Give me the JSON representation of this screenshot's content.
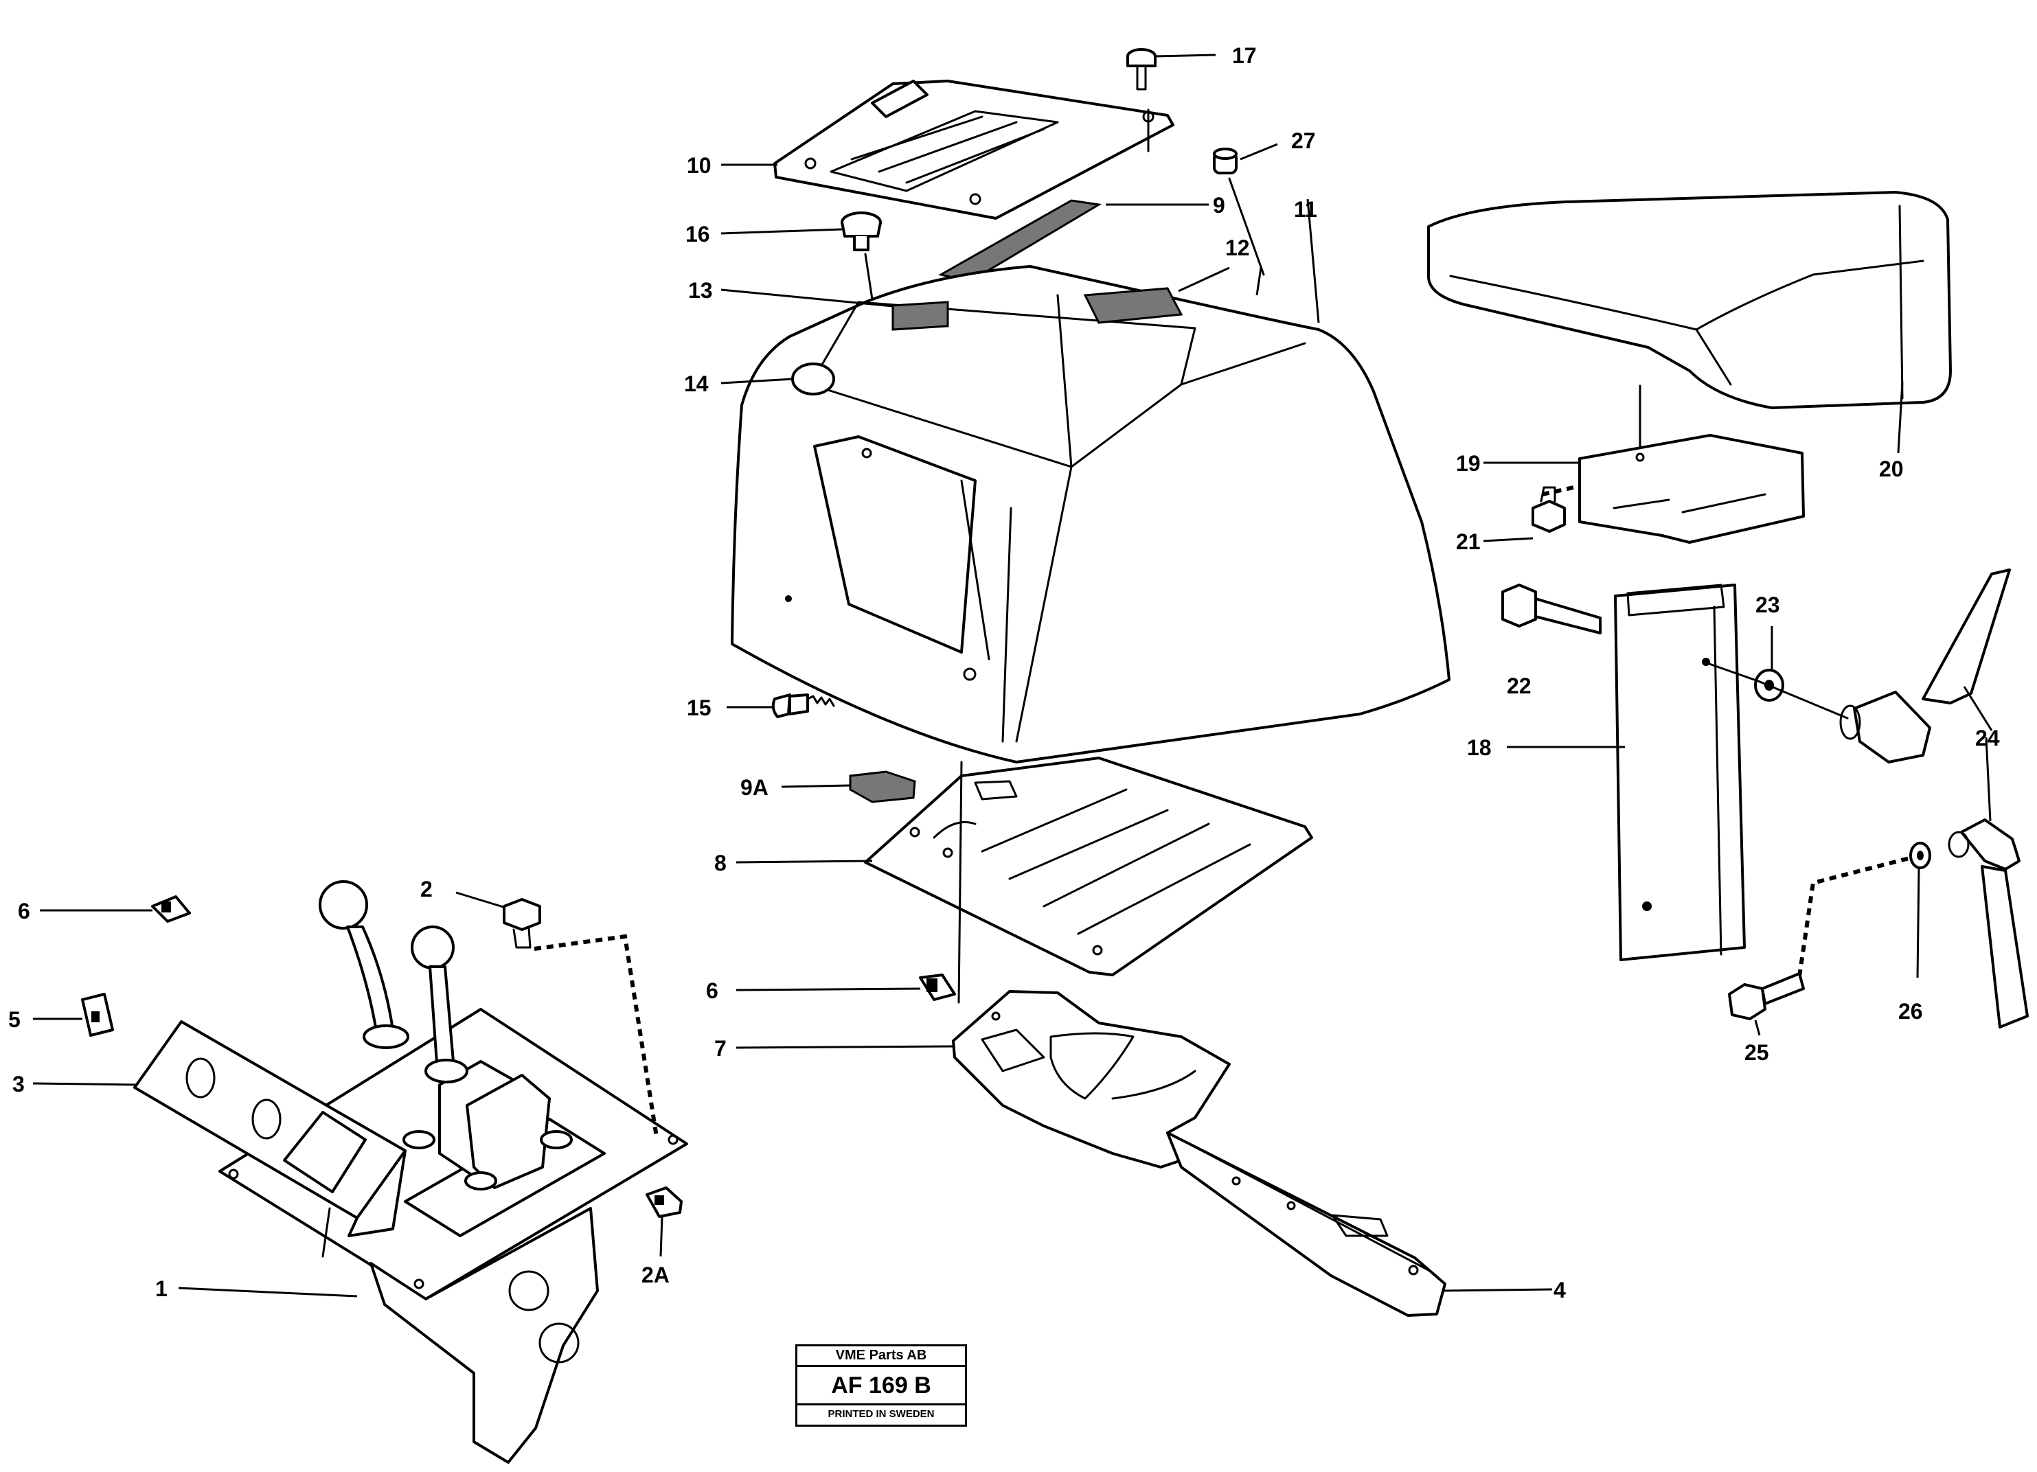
{
  "diagram": {
    "callouts": {
      "c1": "1",
      "c2": "2",
      "c2A": "2A",
      "c3": "3",
      "c4": "4",
      "c5": "5",
      "c6a": "6",
      "c6b": "6",
      "c7": "7",
      "c8": "8",
      "c9": "9",
      "c9A": "9A",
      "c10": "10",
      "c11": "11",
      "c12": "12",
      "c13": "13",
      "c14": "14",
      "c15": "15",
      "c16": "16",
      "c17": "17",
      "c18": "18",
      "c19": "19",
      "c20": "20",
      "c21": "21",
      "c22": "22",
      "c23": "23",
      "c24": "24",
      "c25": "25",
      "c26": "26",
      "c27": "27"
    }
  },
  "stamp": {
    "company": "VME Parts AB",
    "code": "AF 169 B",
    "printed": "PRINTED IN SWEDEN"
  }
}
